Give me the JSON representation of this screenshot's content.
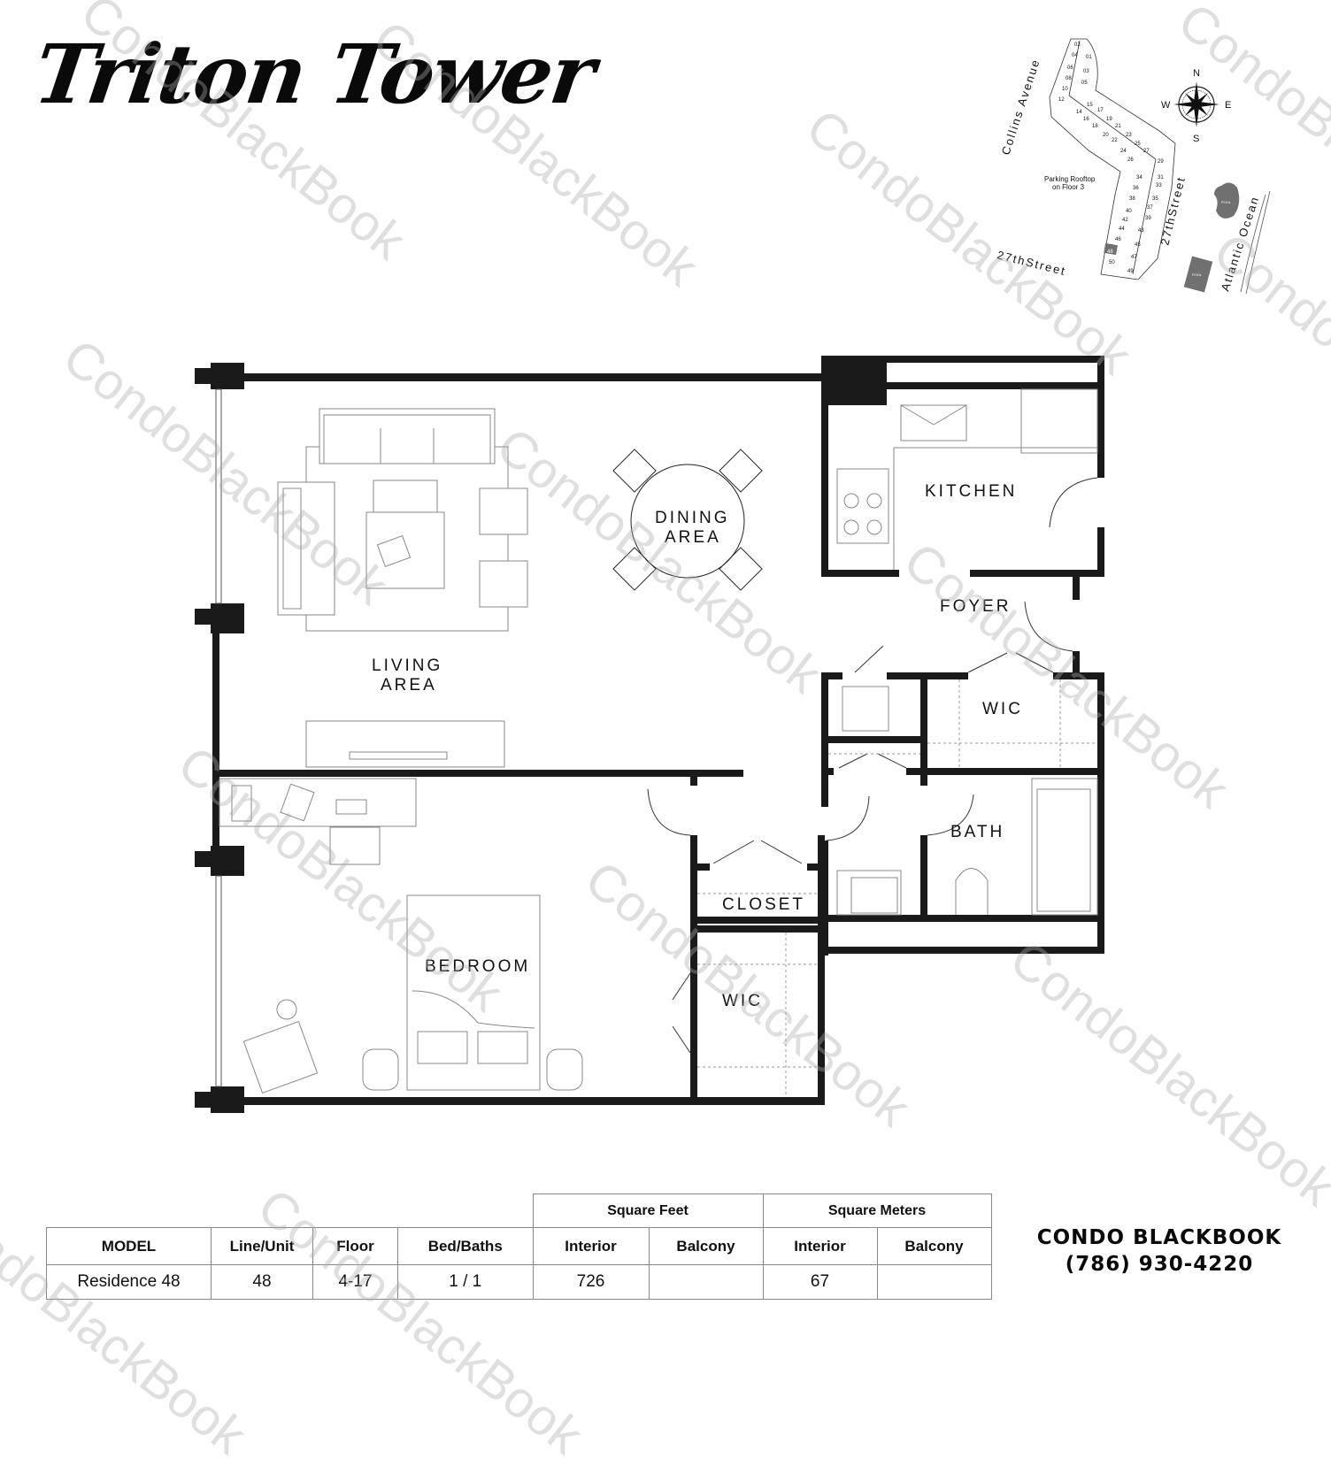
{
  "header": {
    "building_name": "Triton Tower"
  },
  "key_map": {
    "streets": [
      "Collins Avenue",
      "27thStreet",
      "27thStreet"
    ],
    "water": "Atlantic Ocean",
    "parking_note_line1": "Parking Rooftop",
    "parking_note_line2": "on Floor 3",
    "pool_labels": [
      "POOL",
      "POOL"
    ],
    "highlighted_unit": "48",
    "compass": {
      "n": "N",
      "s": "S",
      "e": "E",
      "w": "W"
    },
    "units": [
      "02",
      "04",
      "01",
      "06",
      "03",
      "08",
      "05",
      "10",
      "12",
      "15",
      "14",
      "17",
      "16",
      "19",
      "18",
      "21",
      "20",
      "23",
      "22",
      "25",
      "24",
      "27",
      "26",
      "29",
      "31",
      "34",
      "33",
      "36",
      "35",
      "38",
      "37",
      "40",
      "39",
      "42",
      "44",
      "43",
      "46",
      "45",
      "48",
      "50",
      "47",
      "49"
    ]
  },
  "floor_plan": {
    "rooms": {
      "living": [
        "LIVING",
        "AREA"
      ],
      "dining": [
        "DINING",
        "AREA"
      ],
      "kitchen": "KITCHEN",
      "foyer": "FOYER",
      "wic_upper": "WIC",
      "bath": "BATH",
      "closet": "CLOSET",
      "bedroom": "BEDROOM",
      "wic_lower": "WIC"
    }
  },
  "specs": {
    "group_headers": {
      "sqft": "Square Feet",
      "sqm": "Square Meters"
    },
    "columns": [
      "MODEL",
      "Line/Unit",
      "Floor",
      "Bed/Baths",
      "Interior",
      "Balcony",
      "Interior",
      "Balcony"
    ],
    "row": {
      "model": "Residence 48",
      "line_unit": "48",
      "floor": "4-17",
      "bed_baths": "1 / 1",
      "sqft_interior": "726",
      "sqft_balcony": "",
      "sqm_interior": "67",
      "sqm_balcony": ""
    }
  },
  "brand": {
    "name": "CONDO BLACKBOOK",
    "phone": "(786) 930-4220"
  },
  "watermark": "CondoBlackBook",
  "colors": {
    "wall": "#1a1a1a",
    "highlight_unit": "#707070",
    "watermark": "#c8c8c8"
  }
}
